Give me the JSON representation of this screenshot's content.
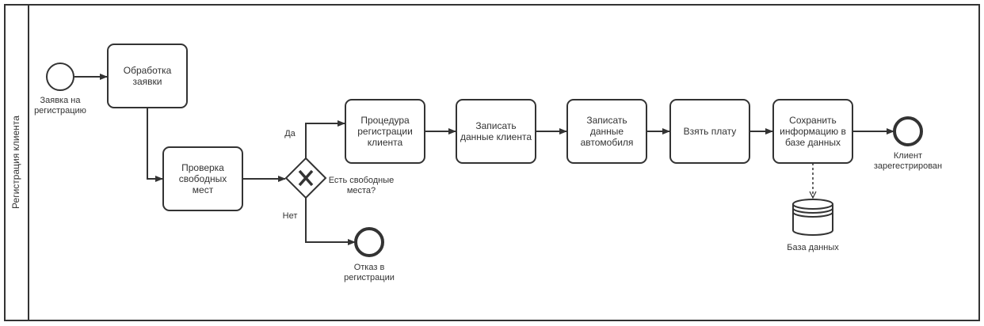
{
  "pool": {
    "lane_label": "Регистрация клиента"
  },
  "events": {
    "start": "Заявка на\nрегистрацию",
    "end_rejected": "Отказ в\nрегистрации",
    "end_registered": "Клиент\nзарегестрирован"
  },
  "tasks": {
    "process_request": "Обработка\nзаявки",
    "check_places": "Проверка\nсвободных\nмест",
    "registration_procedure": "Процедура\nрегистрации\nклиента",
    "record_client_data": "Записать\nданные клиента",
    "record_car_data": "Записать\nданные\nавтомобиля",
    "take_payment": "Взять плату",
    "save_to_db": "Сохранить\nинформацию в\nбазе данных"
  },
  "gateway": {
    "question": "Есть свободные\nместа?",
    "yes_label": "Да",
    "no_label": "Нет"
  },
  "data_store": {
    "label": "База данных"
  },
  "colors": {
    "stroke": "#333333",
    "fill": "#ffffff",
    "pool_border": "#333333"
  }
}
